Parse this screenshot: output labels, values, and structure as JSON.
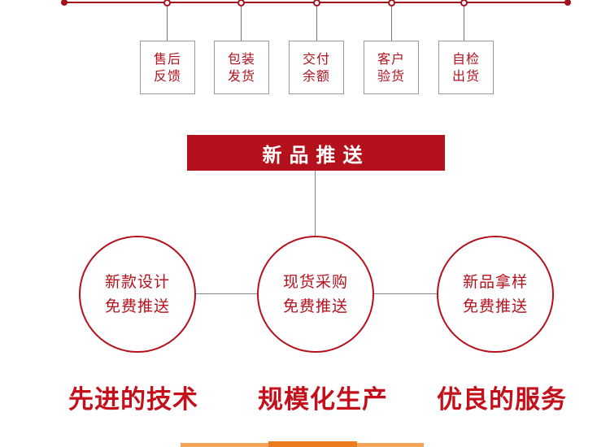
{
  "process_steps": [
    {
      "line1": "售后",
      "line2": "反馈"
    },
    {
      "line1": "包装",
      "line2": "发货"
    },
    {
      "line1": "交付",
      "line2": "余额"
    },
    {
      "line1": "客户",
      "line2": "验货"
    },
    {
      "line1": "自检",
      "line2": "出货"
    }
  ],
  "banner": {
    "title": "新品推送"
  },
  "circles": [
    {
      "line1": "新款设计",
      "line2": "免费推送"
    },
    {
      "line1": "现货采购",
      "line2": "免费推送"
    },
    {
      "line1": "新品拿样",
      "line2": "免费推送"
    }
  ],
  "slogans": [
    "先进的技术",
    "规模化生产",
    "优良的服务"
  ],
  "colors": {
    "accent": "#b5111c",
    "bottom_bar": "#f3a356",
    "bottom_bar_center": "#ec7a1f"
  }
}
